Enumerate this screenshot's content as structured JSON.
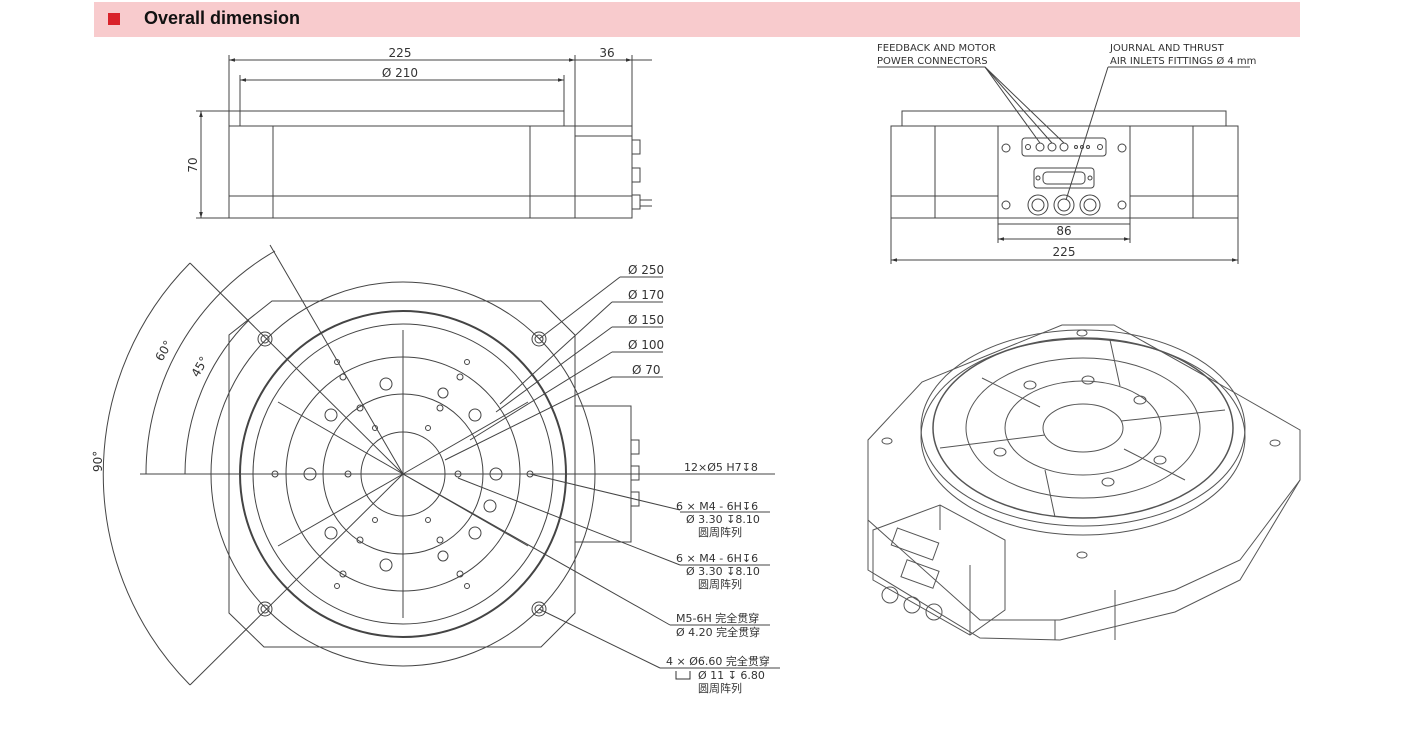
{
  "header": {
    "title": "Overall dimension"
  },
  "front_view": {
    "width": "225",
    "diameter": "Ø 210",
    "side": "36",
    "height": "70"
  },
  "connector_view": {
    "label_left_1": "FEEDBACK AND MOTOR",
    "label_left_2": "POWER CONNECTORS",
    "label_right_1": "JOURNAL AND THRUST",
    "label_right_2": "AIR INLETS FITTINGS Ø 4 mm",
    "dim_inner": "86",
    "dim_outer": "225"
  },
  "plan_view": {
    "angle_60": "60°",
    "angle_45": "45°",
    "angle_90": "90°",
    "d250": "Ø 250",
    "d170": "Ø 170",
    "d150": "Ø 150",
    "d100": "Ø 100",
    "d70": "Ø 70",
    "holes_12": "12×Ø5 H7↧8",
    "m4a_1": "6 × M4 - 6H↧6",
    "m4a_2": "Ø 3.30 ↧8.10",
    "m4a_3": "圆周阵列",
    "m4b_1": "6 × M4 - 6H↧6",
    "m4b_2": "Ø 3.30 ↧8.10",
    "m4b_3": "圆周阵列",
    "m5_1": "M5-6H 完全贯穿",
    "m5_2": "Ø 4.20 完全贯穿",
    "h4_1": "4 × Ø6.60 完全贯穿",
    "h4_2": "Ø 11 ↧ 6.80",
    "h4_3": "圆周阵列"
  }
}
